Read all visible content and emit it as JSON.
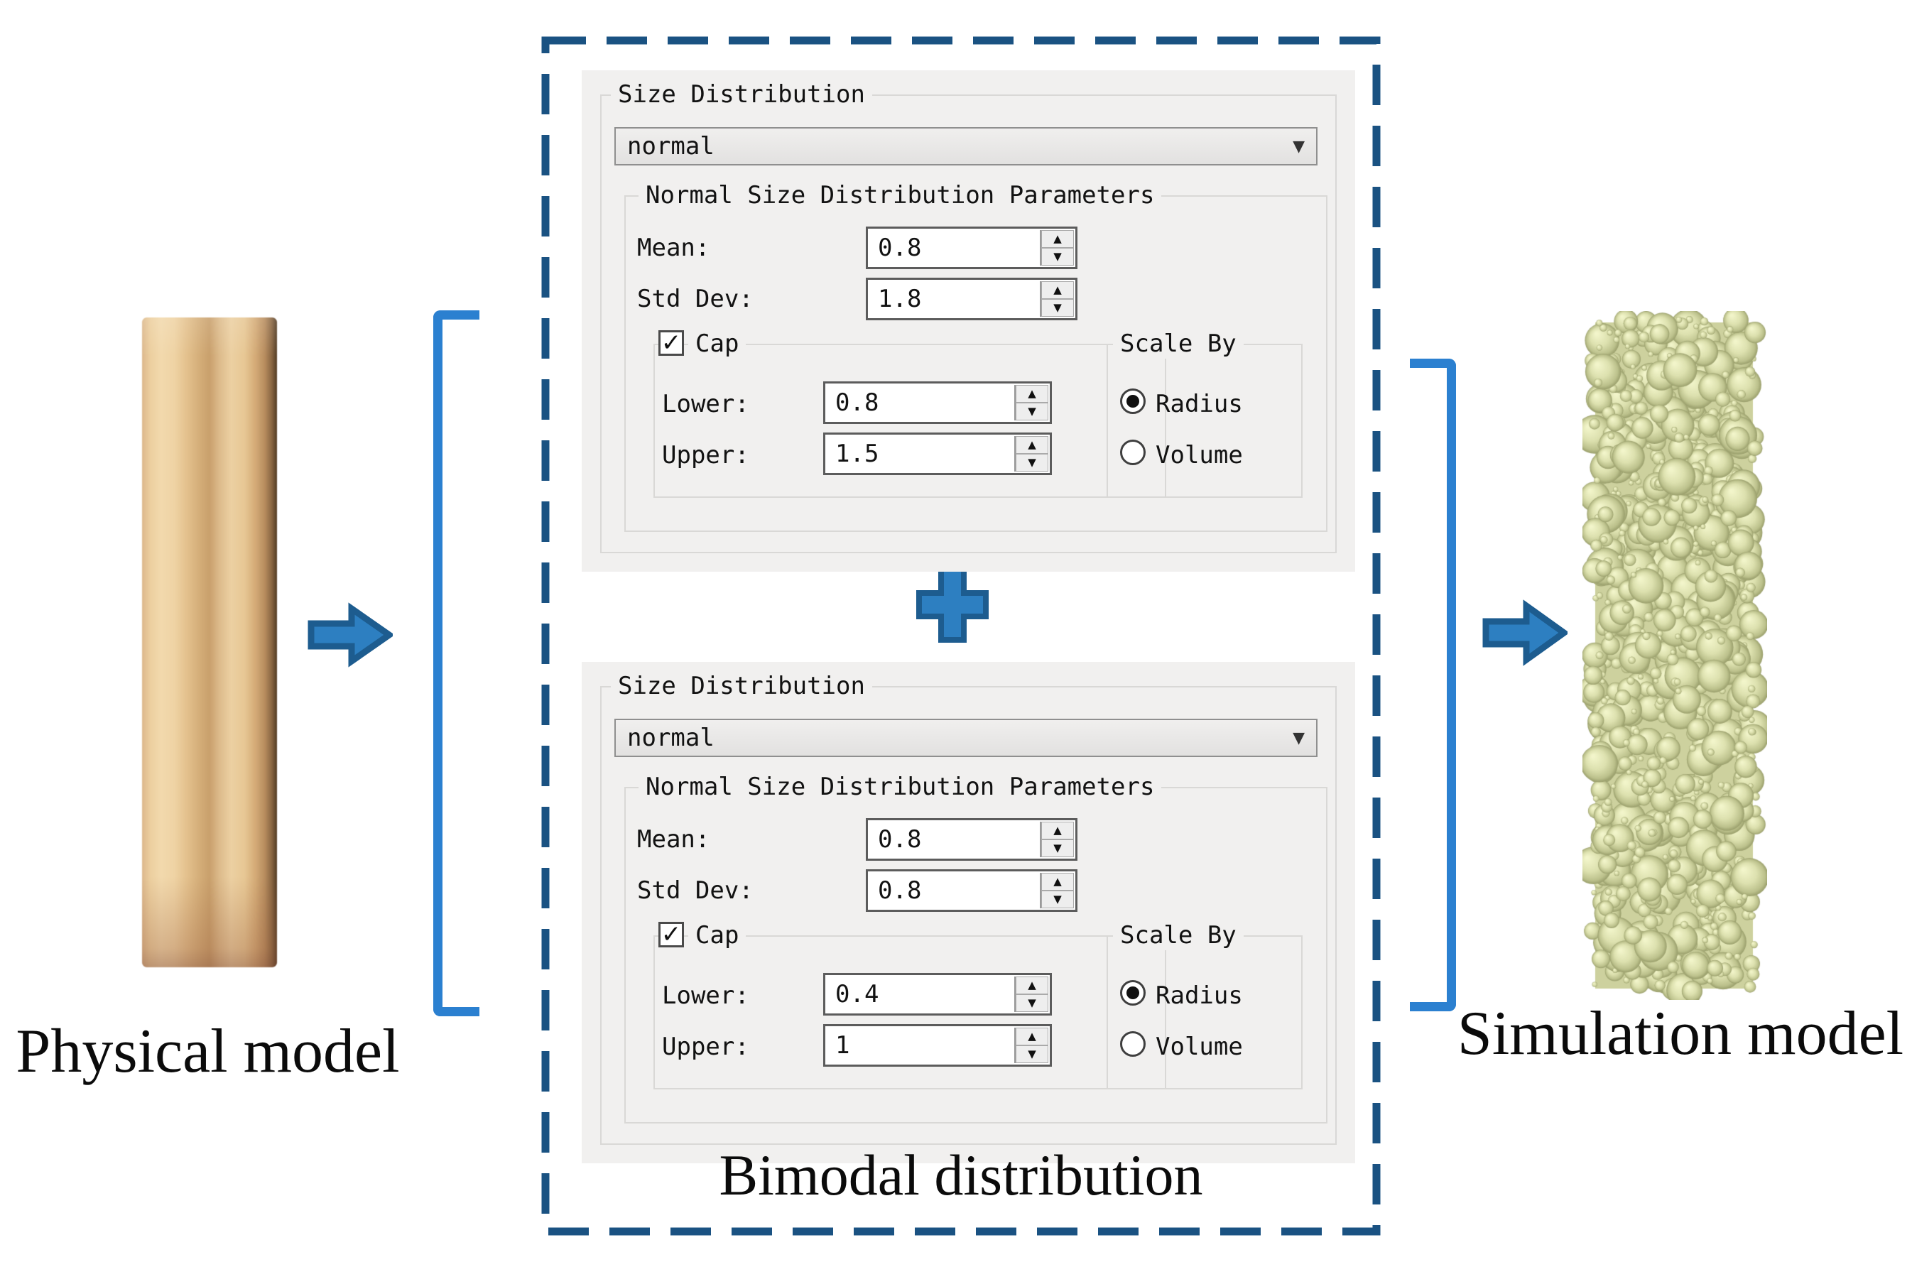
{
  "captions": {
    "physical_model": "Physical model",
    "simulation_model": "Simulation model",
    "bimodal_distribution": "Bimodal distribution"
  },
  "icons": {
    "check": "✓",
    "dropdown_caret": "▼",
    "spinner_up": "▲",
    "spinner_down": "▼",
    "plus_icon_meaning": "plus-combine",
    "arrow_icon_meaning": "flow-right-arrow"
  },
  "colors": {
    "accent_blue": "#2d7fc1",
    "accent_blue_dark": "#1d5c8f",
    "dashed_border": "#1a5282",
    "bracket_blue": "#2b80d0",
    "panel_bg": "#f1f0ef",
    "particle_base": "#cdd19e",
    "wood_tan": "#e2bf8b"
  },
  "panels": [
    {
      "group_title": "Size Distribution",
      "dropdown_value": "normal",
      "params_title": "Normal Size Distribution Parameters",
      "mean_label": "Mean:",
      "mean_value": "0.8",
      "std_label": "Std Dev:",
      "std_value": "1.8",
      "cap": {
        "label": "Cap",
        "checked": true,
        "lower_label": "Lower:",
        "lower_value": "0.8",
        "upper_label": "Upper:",
        "upper_value": "1.5"
      },
      "scale_by": {
        "title": "Scale By",
        "options": [
          {
            "label": "Radius",
            "selected": true
          },
          {
            "label": "Volume",
            "selected": false
          }
        ]
      }
    },
    {
      "group_title": "Size Distribution",
      "dropdown_value": "normal",
      "params_title": "Normal Size Distribution Parameters",
      "mean_label": "Mean:",
      "mean_value": "0.8",
      "std_label": "Std Dev:",
      "std_value": "0.8",
      "cap": {
        "label": "Cap",
        "checked": true,
        "lower_label": "Lower:",
        "lower_value": "0.4",
        "upper_label": "Upper:",
        "upper_value": "1"
      },
      "scale_by": {
        "title": "Scale By",
        "options": [
          {
            "label": "Radius",
            "selected": true
          },
          {
            "label": "Volume",
            "selected": false
          }
        ]
      }
    }
  ]
}
